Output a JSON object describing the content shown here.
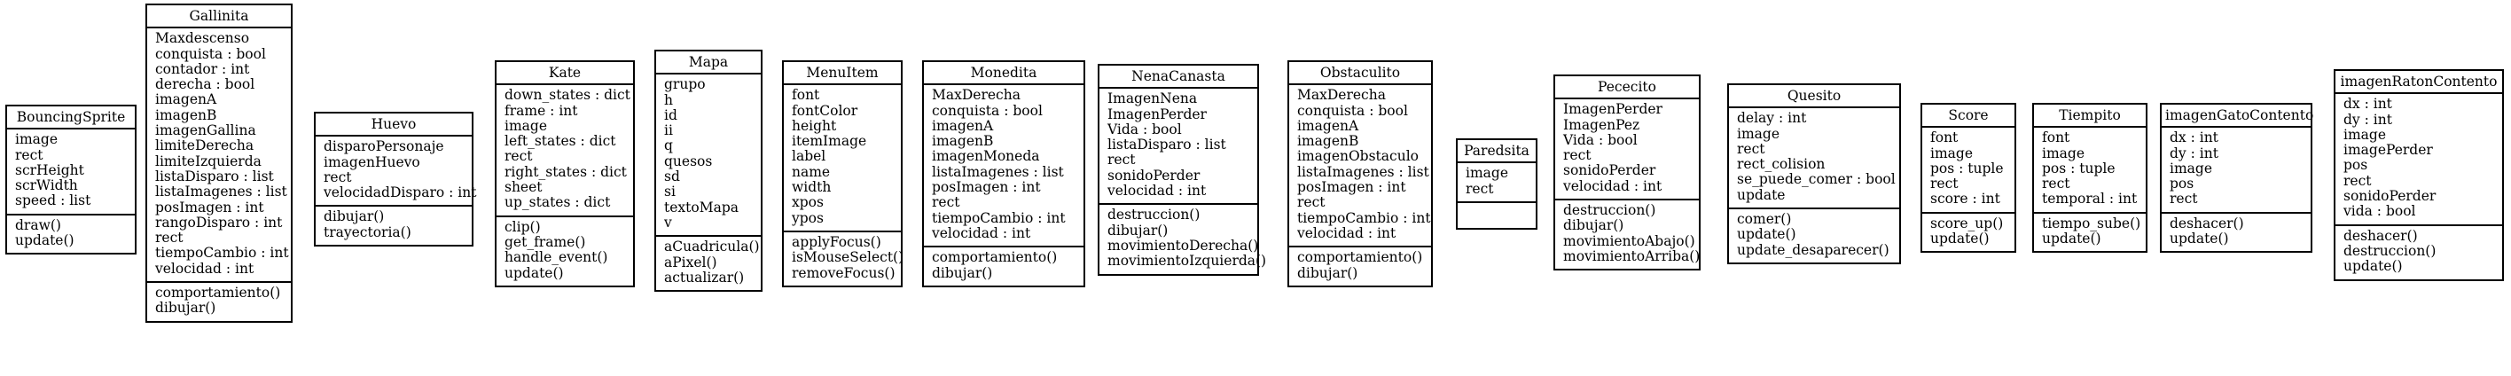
{
  "classes": [
    {
      "name": "BouncingSprite",
      "attributes": [
        "image",
        "rect",
        "scrHeight",
        "scrWidth",
        "speed : list"
      ],
      "methods": [
        "draw()",
        "update()"
      ]
    },
    {
      "name": "Gallinita",
      "attributes": [
        "Maxdescenso",
        "conquista : bool",
        "contador : int",
        "derecha : bool",
        "imagenA",
        "imagenB",
        "imagenGallina",
        "limiteDerecha",
        "limiteIzquierda",
        "listaDisparo : list",
        "listaImagenes : list",
        "posImagen : int",
        "rangoDisparo : int",
        "rect",
        "tiempoCambio : int",
        "velocidad : int"
      ],
      "methods": [
        "comportamiento()",
        "dibujar()"
      ]
    },
    {
      "name": "Huevo",
      "attributes": [
        "disparoPersonaje",
        "imagenHuevo",
        "rect",
        "velocidadDisparo : int"
      ],
      "methods": [
        "dibujar()",
        "trayectoria()"
      ]
    },
    {
      "name": "Kate",
      "attributes": [
        "down_states : dict",
        "frame : int",
        "image",
        "left_states : dict",
        "rect",
        "right_states : dict",
        "sheet",
        "up_states : dict"
      ],
      "methods": [
        "clip()",
        "get_frame()",
        "handle_event()",
        "update()"
      ]
    },
    {
      "name": "Mapa",
      "attributes": [
        "grupo",
        "h",
        "id",
        "ii",
        "q",
        "quesos",
        "sd",
        "si",
        "textoMapa",
        "v"
      ],
      "methods": [
        "aCuadricula()",
        "aPixel()",
        "actualizar()"
      ]
    },
    {
      "name": "MenuItem",
      "attributes": [
        "font",
        "fontColor",
        "height",
        "itemImage",
        "label",
        "name",
        "width",
        "xpos",
        "ypos"
      ],
      "methods": [
        "applyFocus()",
        "isMouseSelect()",
        "removeFocus()"
      ]
    },
    {
      "name": "Monedita",
      "attributes": [
        "MaxDerecha",
        "conquista : bool",
        "imagenA",
        "imagenB",
        "imagenMoneda",
        "listaImagenes : list",
        "posImagen : int",
        "rect",
        "tiempoCambio : int",
        "velocidad : int"
      ],
      "methods": [
        "comportamiento()",
        "dibujar()"
      ]
    },
    {
      "name": "NenaCanasta",
      "attributes": [
        "ImagenNena",
        "ImagenPerder",
        "Vida : bool",
        "listaDisparo : list",
        "rect",
        "sonidoPerder",
        "velocidad : int"
      ],
      "methods": [
        "destruccion()",
        "dibujar()",
        "movimientoDerecha()",
        "movimientoIzquierda()"
      ]
    },
    {
      "name": "Obstaculito",
      "attributes": [
        "MaxDerecha",
        "conquista : bool",
        "imagenA",
        "imagenB",
        "imagenObstaculo",
        "listaImagenes : list",
        "posImagen : int",
        "rect",
        "tiempoCambio : int",
        "velocidad : int"
      ],
      "methods": [
        "comportamiento()",
        "dibujar()"
      ]
    },
    {
      "name": "Paredsita",
      "attributes": [
        "image",
        "rect"
      ],
      "methods": []
    },
    {
      "name": "Pececito",
      "attributes": [
        "ImagenPerder",
        "ImagenPez",
        "Vida : bool",
        "rect",
        "sonidoPerder",
        "velocidad : int"
      ],
      "methods": [
        "destruccion()",
        "dibujar()",
        "movimientoAbajo()",
        "movimientoArriba()"
      ]
    },
    {
      "name": "Quesito",
      "attributes": [
        "delay : int",
        "image",
        "rect",
        "rect_colision",
        "se_puede_comer : bool",
        "update"
      ],
      "methods": [
        "comer()",
        "update()",
        "update_desaparecer()"
      ]
    },
    {
      "name": "Score",
      "attributes": [
        "font",
        "image",
        "pos : tuple",
        "rect",
        "score : int"
      ],
      "methods": [
        "score_up()",
        "update()"
      ]
    },
    {
      "name": "Tiempito",
      "attributes": [
        "font",
        "image",
        "pos : tuple",
        "rect",
        "temporal : int"
      ],
      "methods": [
        "tiempo_sube()",
        "update()"
      ]
    },
    {
      "name": "imagenGatoContento",
      "attributes": [
        "dx : int",
        "dy : int",
        "image",
        "pos",
        "rect"
      ],
      "methods": [
        "deshacer()",
        "update()"
      ]
    },
    {
      "name": "imagenRatonContento",
      "attributes": [
        "dx : int",
        "dy : int",
        "image",
        "imagePerder",
        "pos",
        "rect",
        "sonidoPerder",
        "vida : bool"
      ],
      "methods": [
        "deshacer()",
        "destruccion()",
        "update()"
      ]
    }
  ]
}
